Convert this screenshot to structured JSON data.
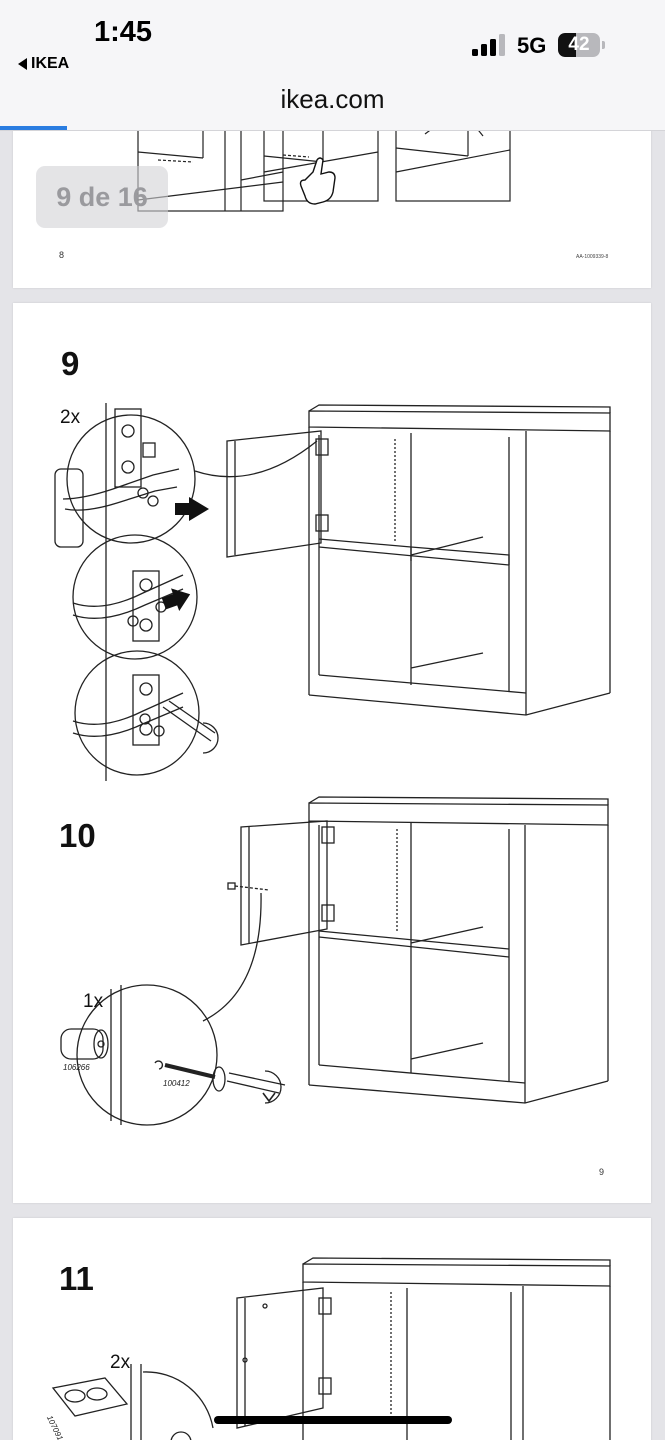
{
  "status_bar": {
    "time": "1:45",
    "back_app": "IKEA",
    "network": "5G",
    "battery_level": "42",
    "battery_fraction": 0.42,
    "signal_bars_active": 3,
    "signal_bars_total": 4
  },
  "browser": {
    "url": "ikea.com",
    "load_progress_fraction": 0.1,
    "accent_color": "#2a7de1"
  },
  "viewer": {
    "page_indicator": "9 de 16"
  },
  "pages": {
    "page8": {
      "page_number": "8",
      "ref_code": "AA-1009339-8"
    },
    "page9": {
      "page_number": "9",
      "step9": {
        "number": "9",
        "quantity": "2x"
      },
      "step10": {
        "number": "10",
        "quantity": "1x",
        "part_a": "106266",
        "part_b": "100412"
      }
    },
    "page10": {
      "step11": {
        "number": "11",
        "quantity": "2x",
        "part": "107091"
      }
    }
  },
  "icons": {
    "back": "back-triangle-icon",
    "signal": "cellular-signal-icon",
    "battery": "battery-icon",
    "hand": "pointing-hand-icon",
    "screwdriver": "screwdriver-icon",
    "rotate": "rotate-arrow-icon",
    "push": "push-arrow-icon"
  }
}
